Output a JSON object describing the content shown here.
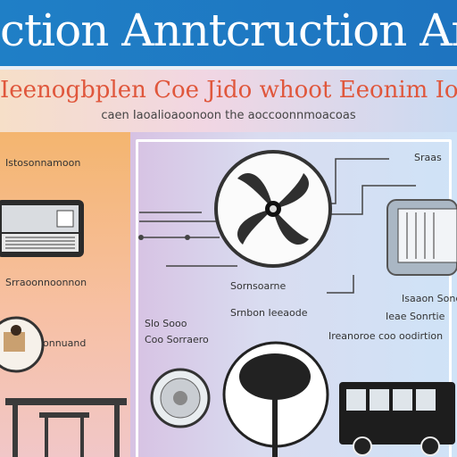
{
  "header": {
    "title": "ction Anntcruction Ar"
  },
  "subheader": {
    "line1": "Ieenogbplen Coe Jido whoot Eeonim Iore",
    "line2": "caen Iaoalioaoonoon the aoccoonnmoacoas"
  },
  "left_panel": {
    "label_1": "Istosonnamoon",
    "label_2": "Srraoonnoonnon",
    "label_3": "onnuand"
  },
  "center": {
    "label_1": "Sornsoarne",
    "label_2": "Srnbon Ieeaode",
    "left_label_1": "Slo Sooo",
    "left_label_2": "Coo Sorraero"
  },
  "right": {
    "label_top": "Sraas",
    "label_1": "Isaaon Sonces",
    "label_2": "Ieae Sonrtie",
    "label_3": "Ireanoroe coo oodirtion"
  },
  "colors": {
    "header_bg": "#1f7fc6",
    "subtitle_accent": "#e0573c",
    "left_panel": "#f4b56f",
    "right_panel": "#cfe3f7"
  }
}
